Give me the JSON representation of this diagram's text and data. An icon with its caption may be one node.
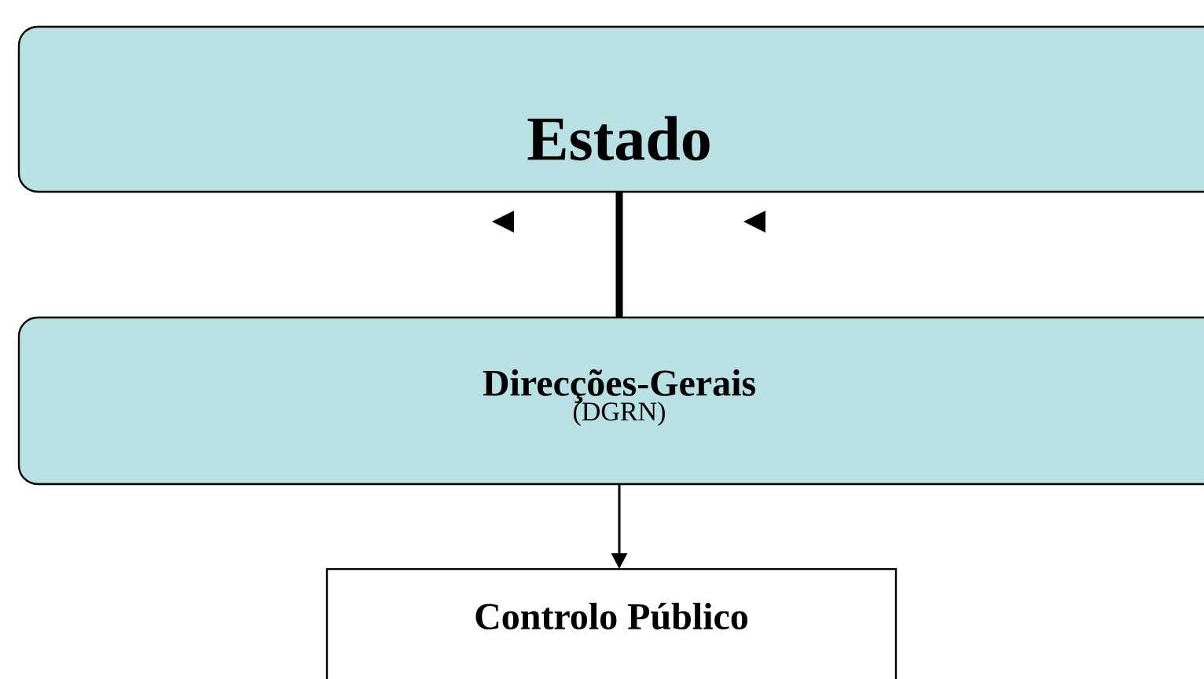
{
  "diagram": {
    "nodes": [
      {
        "text": [
          "Estado"
        ]
      },
      {
        "text": [
          "Direcções-Gerais",
          "(DGRN)"
        ]
      },
      {
        "text": [
          "Controlo Público"
        ]
      }
    ],
    "edges": [
      {
        "from": 0,
        "to": 1,
        "arrow": "none",
        "style": "thick"
      },
      {
        "from": 1,
        "to": 2,
        "arrow": "to"
      }
    ]
  }
}
